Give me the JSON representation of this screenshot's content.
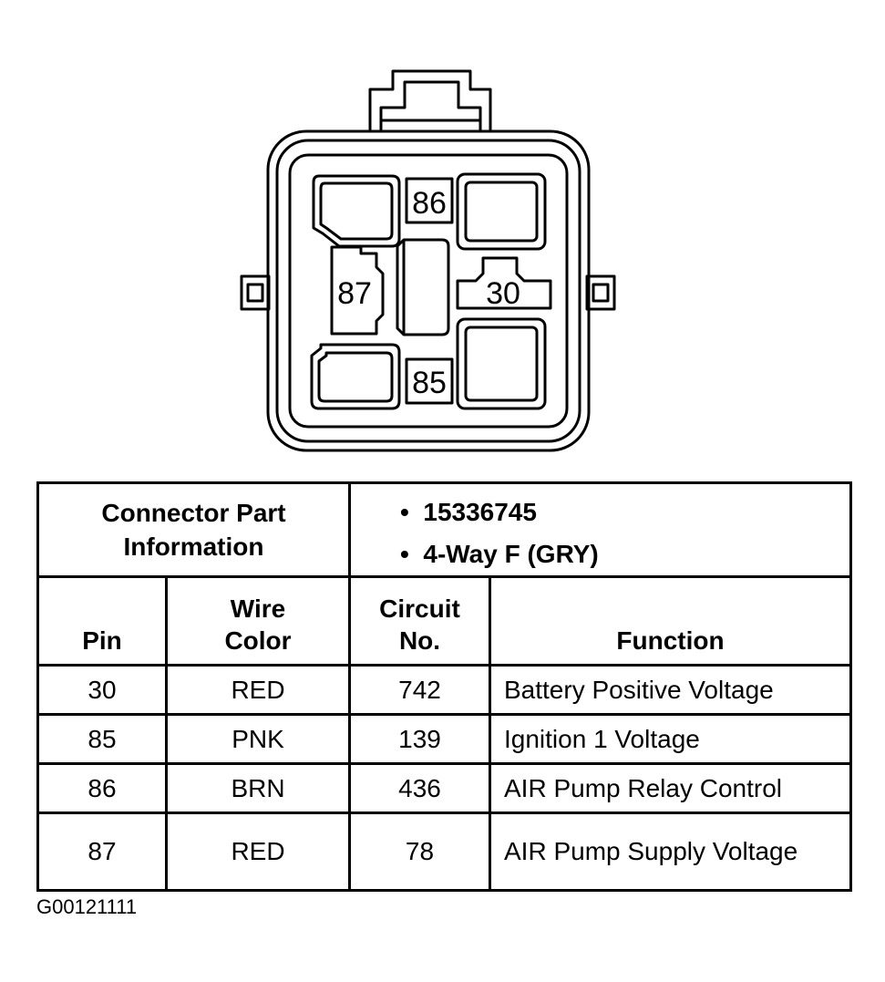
{
  "connector": {
    "pins": [
      "86",
      "87",
      "30",
      "85"
    ]
  },
  "info_table": {
    "header_label_line1": "Connector Part",
    "header_label_line2": "Information",
    "part_items": [
      "15336745",
      "4-Way F (GRY)"
    ],
    "columns": {
      "pin": "Pin",
      "wire_color_line1": "Wire",
      "wire_color_line2": "Color",
      "circuit_line1": "Circuit",
      "circuit_line2": "No.",
      "function": "Function"
    },
    "rows": [
      {
        "pin": "30",
        "wire_color": "RED",
        "circuit": "742",
        "function": "Battery Positive Voltage"
      },
      {
        "pin": "85",
        "wire_color": "PNK",
        "circuit": "139",
        "function": "Ignition 1 Voltage"
      },
      {
        "pin": "86",
        "wire_color": "BRN",
        "circuit": "436",
        "function": "AIR Pump Relay Control"
      },
      {
        "pin": "87",
        "wire_color": "RED",
        "circuit": "78",
        "function": "AIR Pump Supply Voltage"
      }
    ]
  },
  "figure_id": "G00121111"
}
